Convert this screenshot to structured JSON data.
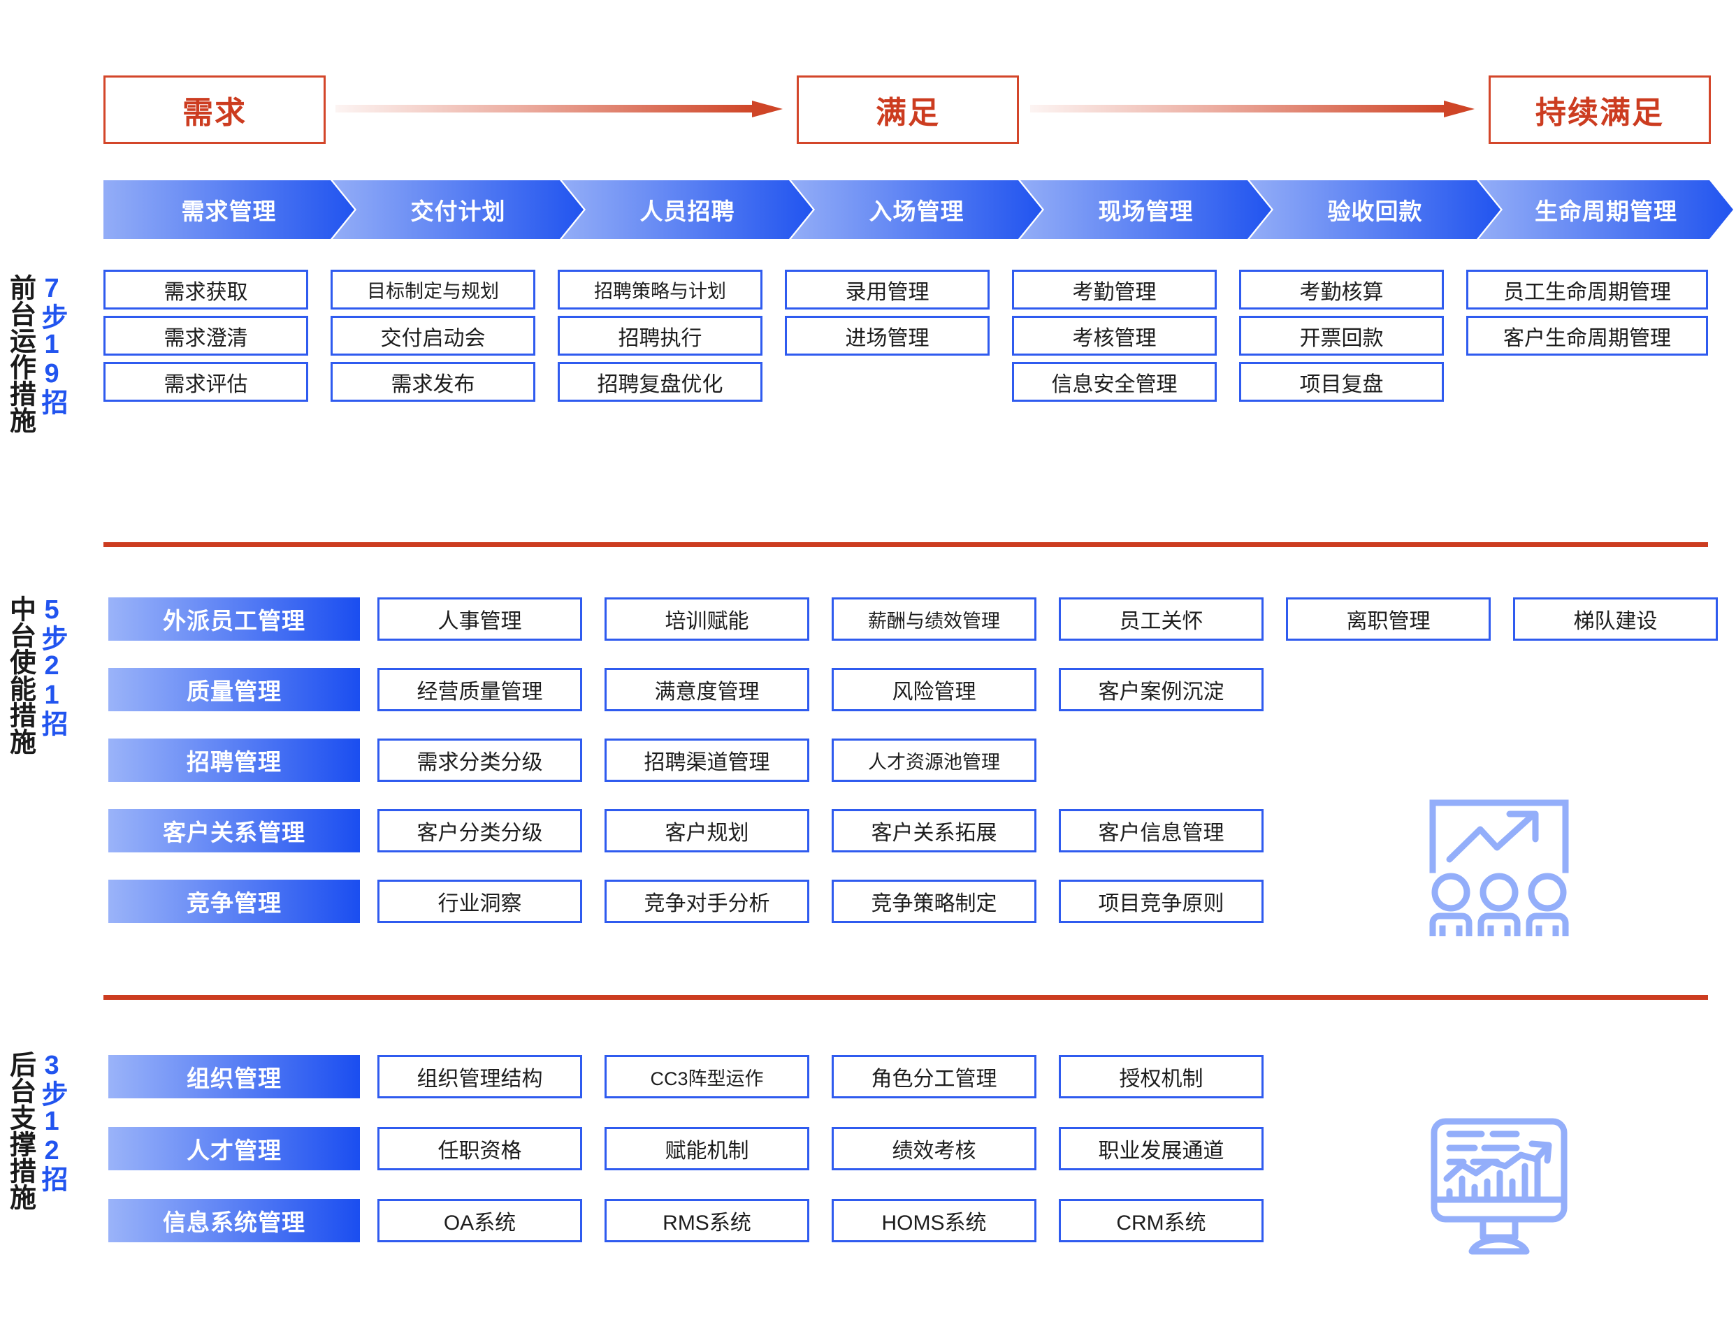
{
  "phases": [
    {
      "label": "需求"
    },
    {
      "label": "满足"
    },
    {
      "label": "持续满足"
    }
  ],
  "colors": {
    "phase_red": "#cc3c20",
    "chevron_from": "#93adf7",
    "chevron_to": "#2154ef",
    "box_border": "#2f5bef",
    "count_blue": "#2154ef",
    "icon_blue": "#93aefa"
  },
  "process_steps": [
    {
      "label": "需求管理"
    },
    {
      "label": "交付计划"
    },
    {
      "label": "人员招聘"
    },
    {
      "label": "入场管理"
    },
    {
      "label": "现场管理"
    },
    {
      "label": "验收回款"
    },
    {
      "label": "生命周期管理"
    }
  ],
  "sections": [
    {
      "id": "front-office",
      "title": "前台运作措施",
      "count_top": "7步",
      "count_bottom": "19招",
      "columns": [
        {
          "items": [
            "需求获取",
            "需求澄清",
            "需求评估"
          ]
        },
        {
          "items": [
            "目标制定与规划",
            "交付启动会",
            "需求发布"
          ]
        },
        {
          "items": [
            "招聘策略与计划",
            "招聘执行",
            "招聘复盘优化"
          ]
        },
        {
          "items": [
            "录用管理",
            "进场管理"
          ]
        },
        {
          "items": [
            "考勤管理",
            "考核管理",
            "信息安全管理"
          ]
        },
        {
          "items": [
            "考勤核算",
            "开票回款",
            "项目复盘"
          ]
        },
        {
          "items": [
            "员工生命周期管理",
            "客户生命周期管理"
          ]
        }
      ]
    },
    {
      "id": "middle-office",
      "title": "中台使能措施",
      "count_top": "5步",
      "count_bottom": "21招",
      "rows": [
        {
          "category": "外派员工管理",
          "items": [
            "人事管理",
            "培训赋能",
            "薪酬与绩效管理",
            "员工关怀",
            "离职管理",
            "梯队建设"
          ]
        },
        {
          "category": "质量管理",
          "items": [
            "经营质量管理",
            "满意度管理",
            "风险管理",
            "客户案例沉淀"
          ]
        },
        {
          "category": "招聘管理",
          "items": [
            "需求分类分级",
            "招聘渠道管理",
            "人才资源池管理"
          ]
        },
        {
          "category": "客户关系管理",
          "items": [
            "客户分类分级",
            "客户规划",
            "客户关系拓展",
            "客户信息管理"
          ]
        },
        {
          "category": "竞争管理",
          "items": [
            "行业洞察",
            "竞争对手分析",
            "竞争策略制定",
            "项目竞争原则"
          ]
        }
      ]
    },
    {
      "id": "back-office",
      "title": "后台支撑措施",
      "count_top": "3步",
      "count_bottom": "12招",
      "rows": [
        {
          "category": "组织管理",
          "items": [
            "组织管理结构",
            "CC3阵型运作",
            "角色分工管理",
            "授权机制"
          ]
        },
        {
          "category": "人才管理",
          "items": [
            "任职资格",
            "赋能机制",
            "绩效考核",
            "职业发展通道"
          ]
        },
        {
          "category": "信息系统管理",
          "items": [
            "OA系统",
            "RMS系统",
            "HOMS系统",
            "CRM系统"
          ]
        }
      ]
    }
  ],
  "decorations": [
    {
      "name": "presentation-chart-people-icon"
    },
    {
      "name": "monitor-bar-chart-icon"
    }
  ]
}
